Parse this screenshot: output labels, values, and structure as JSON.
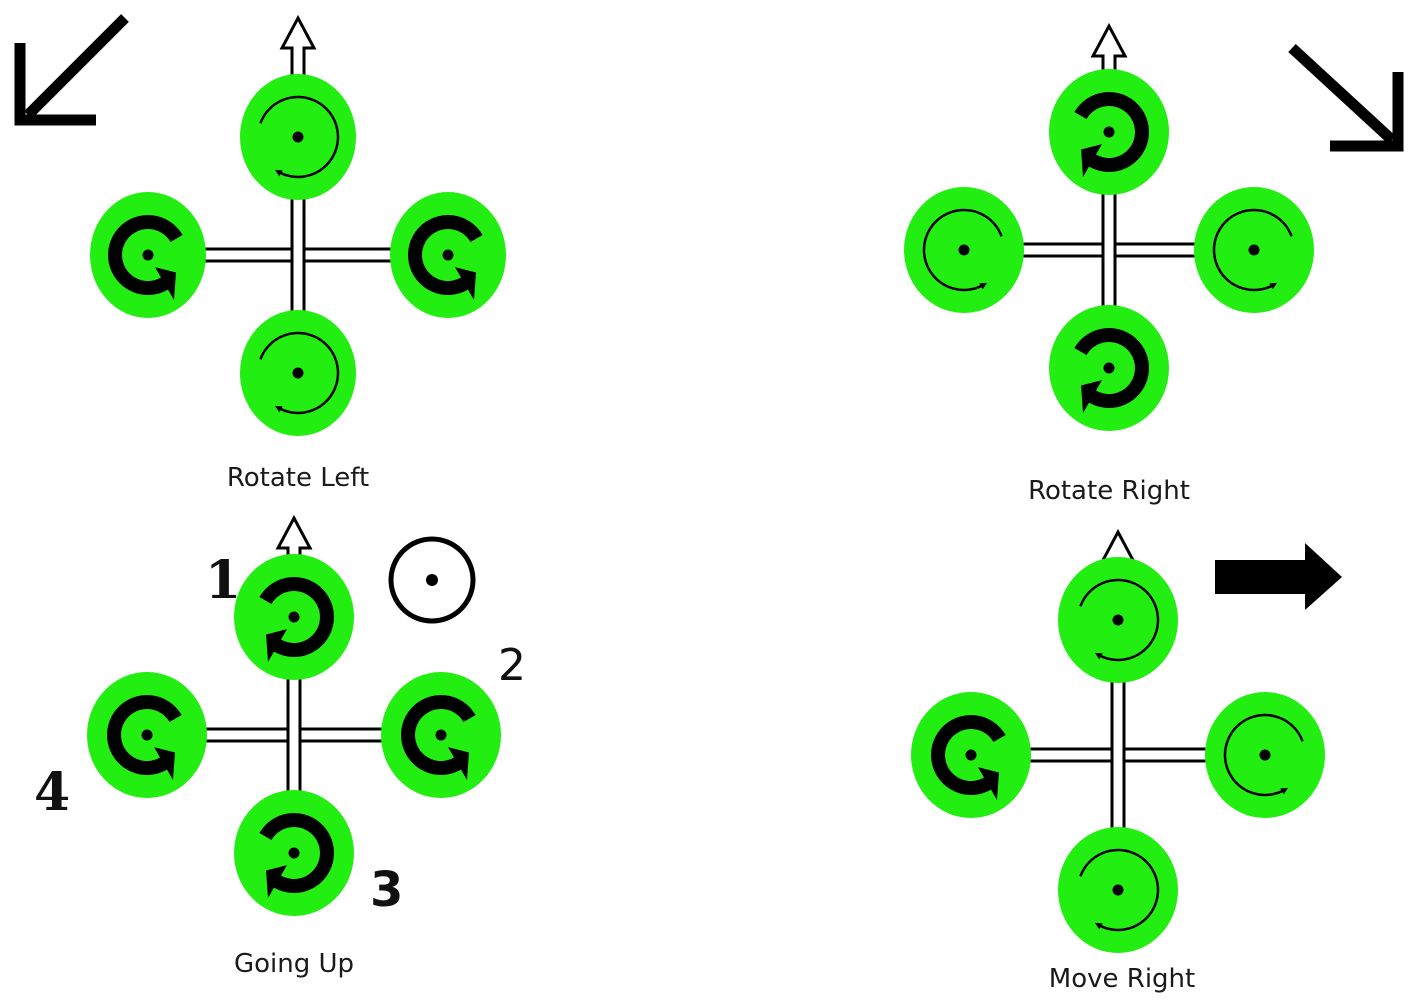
{
  "colors": {
    "rotor": "#22ee11",
    "ink": "#000000",
    "frame": "#ffffff"
  },
  "panels": [
    {
      "id": "rotate-left",
      "label": "Rotate Left",
      "motion_icon": "arrow-down-left-icon",
      "rotors": [
        {
          "position": "front",
          "spin": "clockwise",
          "speed": "low"
        },
        {
          "position": "right",
          "spin": "counterclockwise",
          "speed": "high"
        },
        {
          "position": "rear",
          "spin": "clockwise",
          "speed": "low"
        },
        {
          "position": "left",
          "spin": "counterclockwise",
          "speed": "high"
        }
      ]
    },
    {
      "id": "rotate-right",
      "label": "Rotate Right",
      "motion_icon": "arrow-down-right-icon",
      "rotors": [
        {
          "position": "front",
          "spin": "clockwise",
          "speed": "high"
        },
        {
          "position": "right",
          "spin": "counterclockwise",
          "speed": "low"
        },
        {
          "position": "rear",
          "spin": "clockwise",
          "speed": "high"
        },
        {
          "position": "left",
          "spin": "counterclockwise",
          "speed": "low"
        }
      ]
    },
    {
      "id": "going-up",
      "label": "Going Up",
      "motion_icon": "out-of-plane-dot-icon",
      "rotor_numbers": {
        "front": "1",
        "right": "2",
        "rear": "3",
        "left": "4"
      },
      "rotors": [
        {
          "position": "front",
          "spin": "clockwise",
          "speed": "high"
        },
        {
          "position": "right",
          "spin": "counterclockwise",
          "speed": "high"
        },
        {
          "position": "rear",
          "spin": "clockwise",
          "speed": "high"
        },
        {
          "position": "left",
          "spin": "counterclockwise",
          "speed": "high"
        }
      ]
    },
    {
      "id": "move-right",
      "label": "Move Right",
      "motion_icon": "arrow-right-icon",
      "rotors": [
        {
          "position": "front",
          "spin": "clockwise",
          "speed": "low"
        },
        {
          "position": "right",
          "spin": "counterclockwise",
          "speed": "low"
        },
        {
          "position": "rear",
          "spin": "clockwise",
          "speed": "low"
        },
        {
          "position": "left",
          "spin": "counterclockwise",
          "speed": "high"
        }
      ]
    }
  ]
}
